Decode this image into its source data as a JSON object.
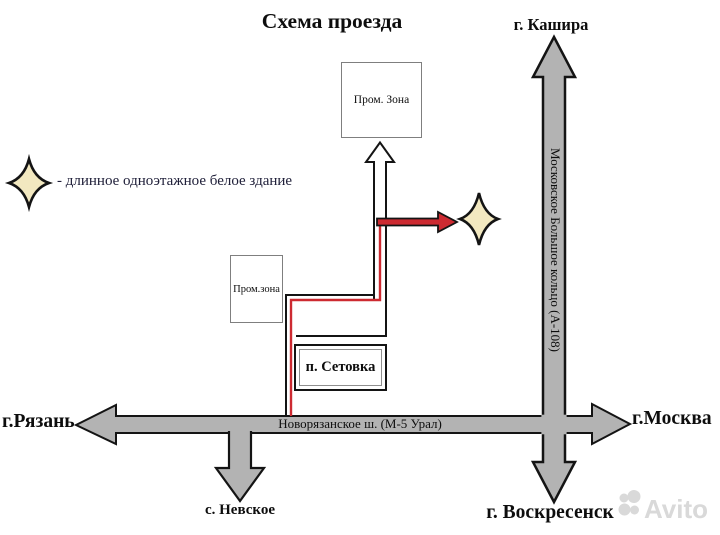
{
  "title": "Схема проезда",
  "legend": {
    "text": "- длинное одноэтажное белое здание",
    "star_meaning": "star-symbol",
    "star_fill": "#f2e8c0"
  },
  "roads": {
    "road_fill": "#b3b3b3",
    "horizontal": {
      "label": "Новорязанское ш. (М-5 Урал)",
      "west_city": "г.Рязань",
      "east_city": "г.Москва"
    },
    "vertical": {
      "label": "Московское Большое кольцо (А-108)",
      "north_city": "г. Кашира",
      "south_city": "г. Воскресенск"
    },
    "south_branch": {
      "label": "с. Невское"
    }
  },
  "places": {
    "prom_zona_top": "Пром. Зона",
    "prom_zona_left": "Пром.зона",
    "setovka": "п. Сетовка"
  },
  "route": {
    "color": "#cd2a31"
  },
  "watermark": "Avito"
}
